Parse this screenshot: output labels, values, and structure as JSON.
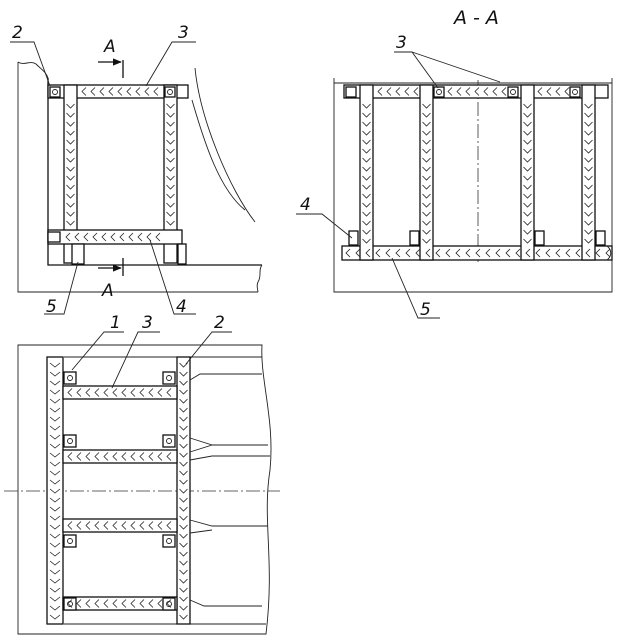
{
  "section_title": "A - A",
  "section_mark": "A",
  "callouts": {
    "one": "1",
    "two": "2",
    "three": "3",
    "four": "4",
    "five": "5"
  }
}
